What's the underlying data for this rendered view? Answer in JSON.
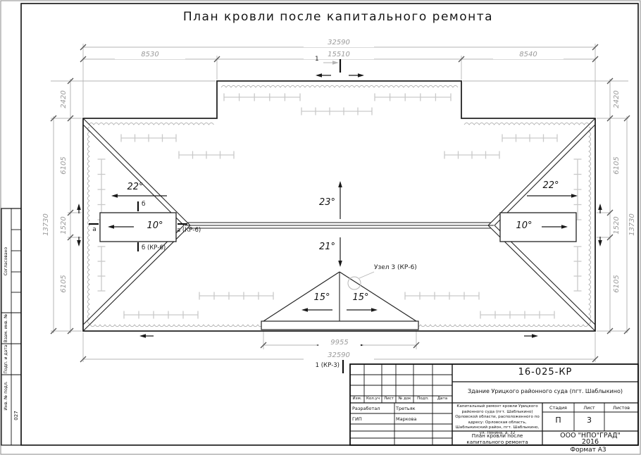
{
  "title": "План кровли после капитального ремонта",
  "format_label": "Формат А3",
  "dimensions": {
    "top_overall": "32590",
    "top_left": "8530",
    "top_center": "15510",
    "top_right": "8540",
    "left_offset": "2420",
    "left_upper": "6105",
    "left_ridge": "1520",
    "left_lower": "6105",
    "left_overall": "13730",
    "right_offset": "2420",
    "right_upper": "6105",
    "right_ridge": "1520",
    "right_lower": "6105",
    "right_overall": "13730",
    "bottom_gable": "9955",
    "bottom_overall": "32590"
  },
  "slopes": {
    "left": "22°",
    "right": "22°",
    "top": "23°",
    "bottom": "21°",
    "gable_left": "15°",
    "gable_right": "15°",
    "left_lowslope": "10°",
    "right_lowslope": "10°"
  },
  "marks": {
    "section_top": "1",
    "section_bottom": "1 (КР-3)",
    "node": "Узел 3 (КР-6)",
    "cut_a": "а",
    "cut_a_ref": "а (КР-6)",
    "cut_b": "б",
    "cut_b_ref": "б (КР-6)"
  },
  "frame_left": {
    "approved": "Согласовано",
    "vzam": "Взам. инв. №",
    "podp": "Подп. и дата",
    "inv": "Инв. № подл.",
    "inv_no": "027"
  },
  "title_block": {
    "doc_number": "16-025-КР",
    "object_name": "Здание Урицкого районного суда (пгт. Шаблыкино)",
    "description": "Капитальный ремонт кровли Урицкого районного суда (пгт. Шаблыкино) Орловской области, расположенного по адресу: Орловская область, Шаблыкинский район, пгт. Шаблыкино, ул. Ленина, д. 32",
    "sheet_title": "План кровли после капитального ремонта",
    "org": "ООО \"НПО\"ГРАД\"",
    "year": "2016",
    "stage_label": "Стадия",
    "sheet_label": "Лист",
    "sheets_label": "Листов",
    "stage": "П",
    "sheet_number": "3",
    "sheets_total": "",
    "header": [
      "Изм.",
      "Кол.уч",
      "Лист",
      "№ док",
      "Подп.",
      "Дата"
    ],
    "rows": [
      {
        "role": "Разработал",
        "name": "Третьяк"
      },
      {
        "role": "ГИП",
        "name": "Маркова"
      }
    ]
  },
  "colors": {
    "outline": "#222222",
    "dim_line": "#b5b5b5",
    "dim_text": "#9a9a9a",
    "light": "#c9c9c9"
  }
}
